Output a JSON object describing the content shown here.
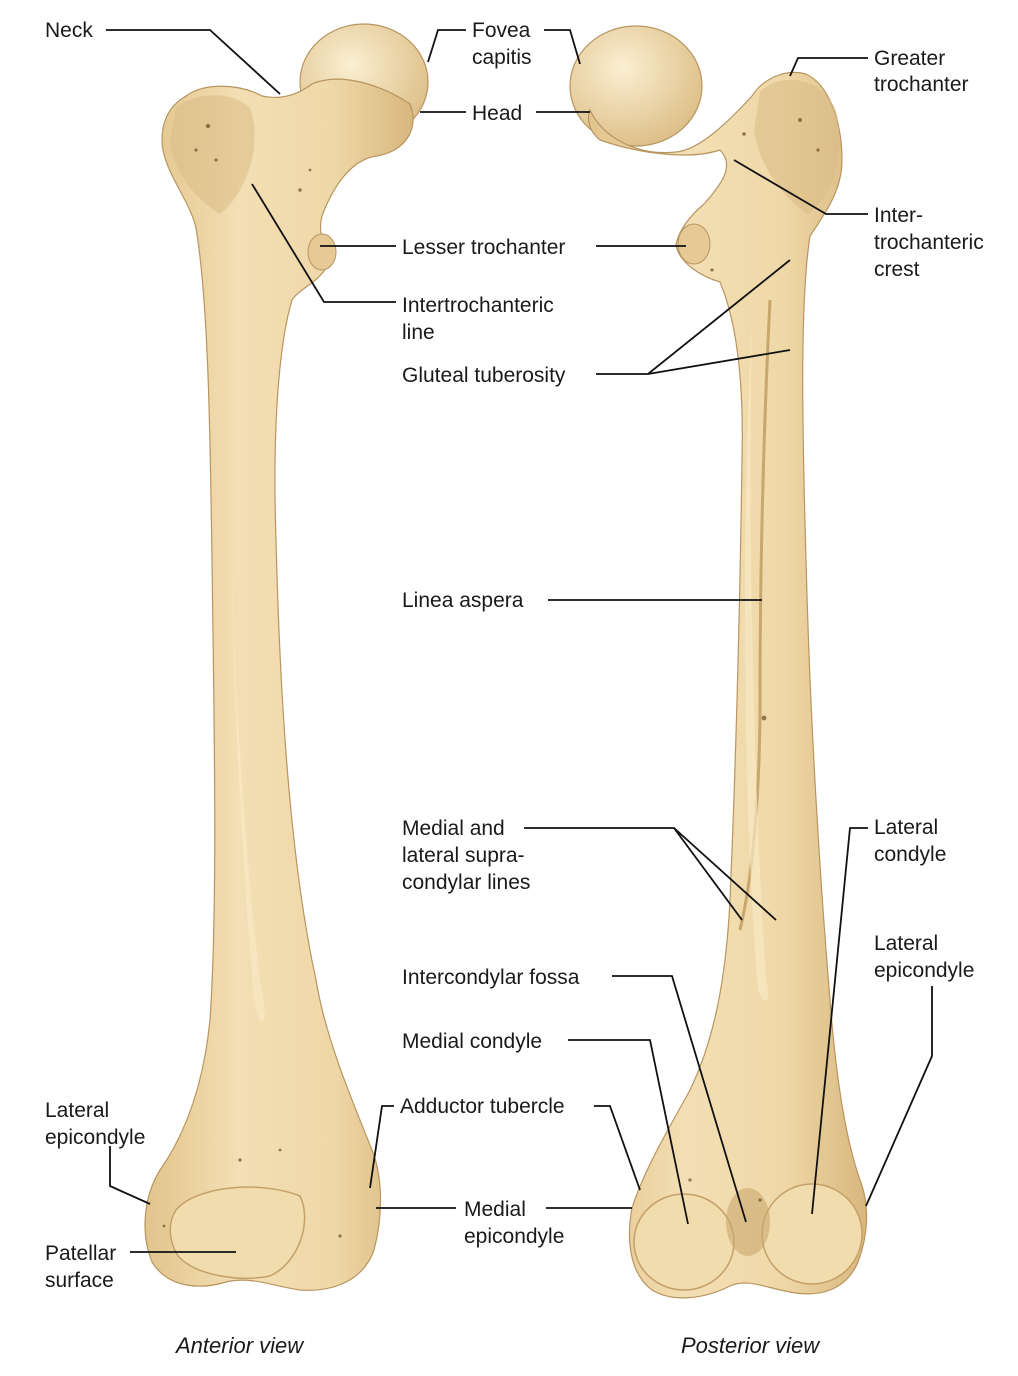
{
  "views": {
    "anterior": "Anterior view",
    "posterior": "Posterior view"
  },
  "labels": {
    "neck": "Neck",
    "fovea_1": "Fovea",
    "fovea_2": "capitis",
    "head": "Head",
    "greater_troch_1": "Greater",
    "greater_troch_2": "trochanter",
    "lesser_troch": "Lesser trochanter",
    "intertroch_crest_1": "Inter-",
    "intertroch_crest_2": "trochanteric",
    "intertroch_crest_3": "crest",
    "intertroch_line_1": "Intertrochanteric",
    "intertroch_line_2": "line",
    "gluteal": "Gluteal tuberosity",
    "linea_aspera": "Linea aspera",
    "supracondylar_1": "Medial and",
    "supracondylar_2": "lateral supra-",
    "supracondylar_3": "condylar lines",
    "lat_condyle_1": "Lateral",
    "lat_condyle_2": "condyle",
    "lat_epi_right_1": "Lateral",
    "lat_epi_right_2": "epicondyle",
    "intercondylar": "Intercondylar fossa",
    "med_condyle": "Medial condyle",
    "lat_epi_left_1": "Lateral",
    "lat_epi_left_2": "epicondyle",
    "adductor": "Adductor tubercle",
    "med_epi_1": "Medial",
    "med_epi_2": "epicondyle",
    "patellar_1": "Patellar",
    "patellar_2": "surface"
  },
  "colors": {
    "bone_light": "#f3dfb4",
    "bone_mid": "#e8cd97",
    "bone_dark": "#c9a66c",
    "leader": "#111111"
  }
}
